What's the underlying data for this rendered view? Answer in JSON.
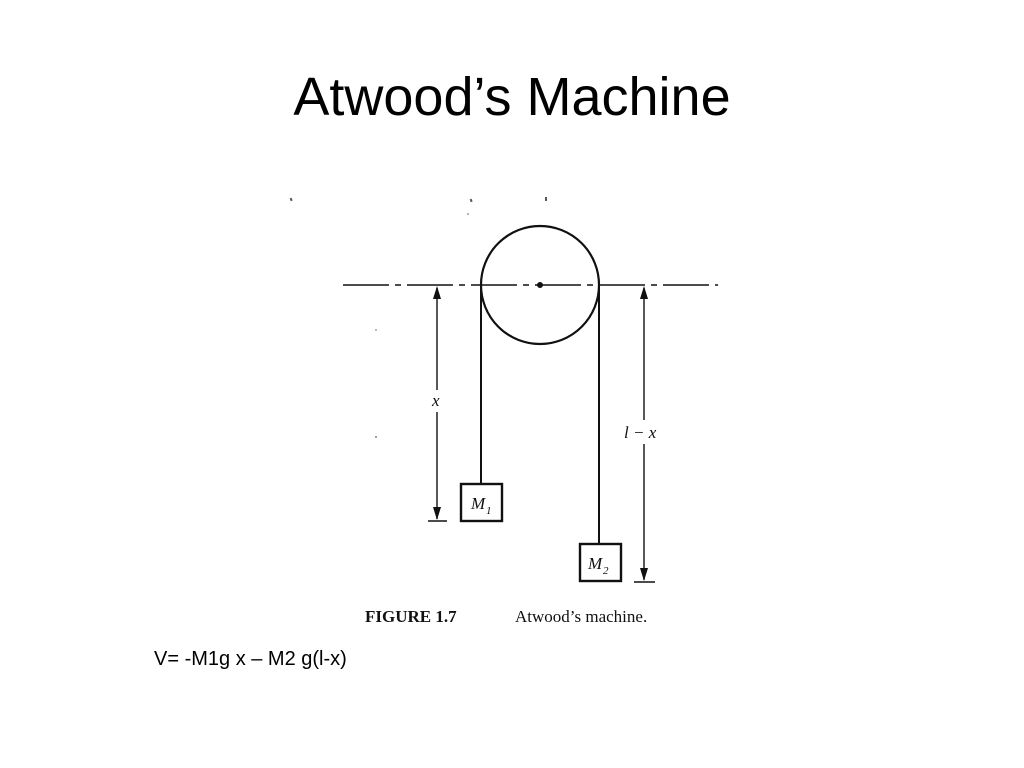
{
  "slide": {
    "title": "Atwood’s Machine",
    "equation": "V= -M1g x – M2 g(l-x)"
  },
  "figure": {
    "label_x": "x",
    "label_l_minus_x": "l − x",
    "mass_1": {
      "symbol": "M",
      "subscript": "1"
    },
    "mass_2": {
      "symbol": "M",
      "subscript": "2"
    },
    "caption_label": "FIGURE 1.7",
    "caption_text": "Atwood’s machine."
  }
}
